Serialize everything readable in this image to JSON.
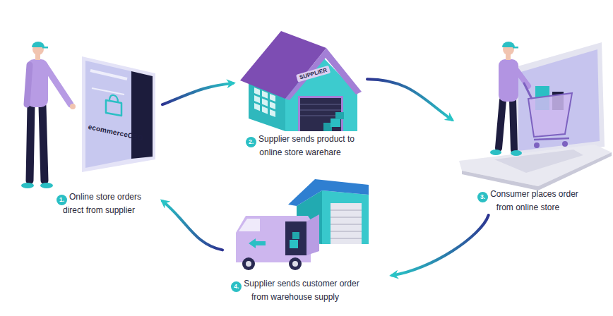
{
  "diagram": {
    "nodes": [
      {
        "text": [
          "1.",
          "Online store orders direct from supplier"
        ]
      },
      {
        "text": [
          "2.",
          "Supplier sends product to online store warehare"
        ]
      },
      {
        "text": [
          "3.",
          "Consumer places order from online store"
        ]
      },
      {
        "text": [
          "4.",
          "Supplier sends customer order from warehouse supply"
        ]
      }
    ],
    "edges": [
      {
        "from": 0,
        "to": 1,
        "arrow": "to"
      },
      {
        "from": 1,
        "to": 2,
        "arrow": "to"
      },
      {
        "from": 2,
        "to": 3,
        "arrow": "to"
      },
      {
        "from": 3,
        "to": 0,
        "arrow": "to"
      }
    ],
    "labels": [
      "ecommerceCEO",
      "SUPPLIER"
    ]
  }
}
